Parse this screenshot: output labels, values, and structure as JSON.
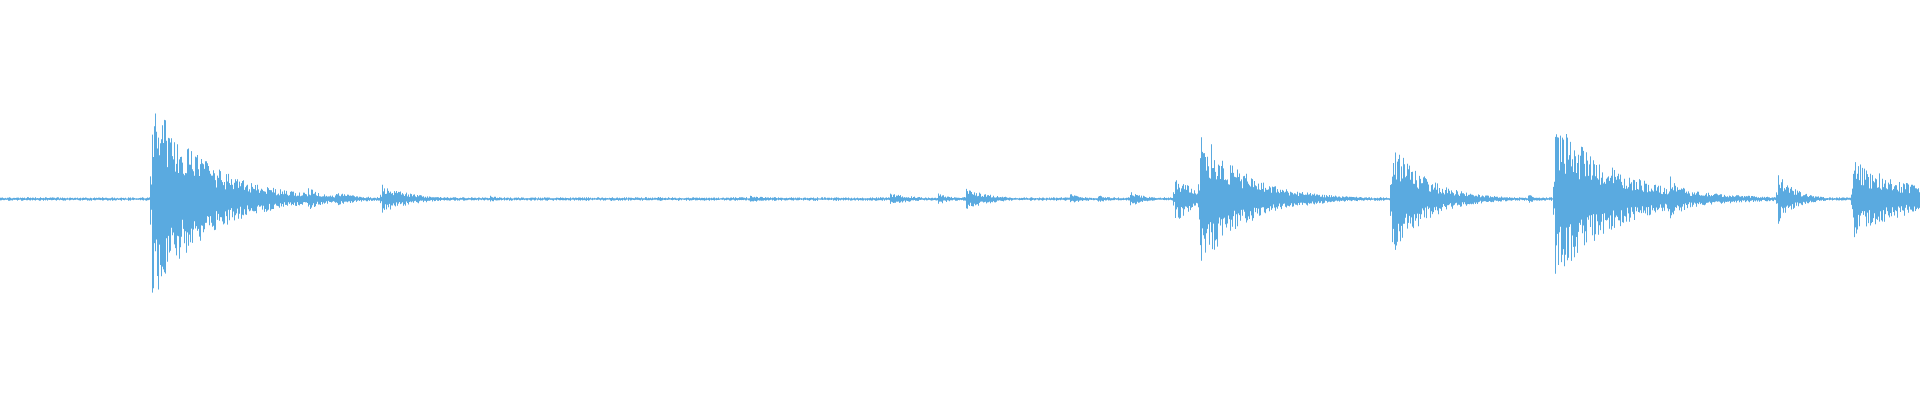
{
  "waveform": {
    "color": "#5aaae0",
    "background": "#ffffff",
    "seconds_shown": 1920,
    "bursts": [
      {
        "t": 152,
        "amp": 0.92,
        "decay": 55
      },
      {
        "t": 180,
        "amp": 0.1,
        "decay": 30
      },
      {
        "t": 216,
        "amp": 0.09,
        "decay": 40
      },
      {
        "t": 290,
        "amp": 0.07,
        "decay": 18
      },
      {
        "t": 308,
        "amp": 0.1,
        "decay": 25
      },
      {
        "t": 336,
        "amp": 0.06,
        "decay": 30
      },
      {
        "t": 382,
        "amp": 0.13,
        "decay": 30
      },
      {
        "t": 490,
        "amp": 0.03,
        "decay": 15
      },
      {
        "t": 658,
        "amp": 0.02,
        "decay": 15
      },
      {
        "t": 750,
        "amp": 0.03,
        "decay": 30
      },
      {
        "t": 890,
        "amp": 0.05,
        "decay": 30
      },
      {
        "t": 938,
        "amp": 0.05,
        "decay": 15
      },
      {
        "t": 966,
        "amp": 0.1,
        "decay": 25
      },
      {
        "t": 1070,
        "amp": 0.05,
        "decay": 15
      },
      {
        "t": 1098,
        "amp": 0.04,
        "decay": 12
      },
      {
        "t": 1130,
        "amp": 0.07,
        "decay": 15
      },
      {
        "t": 1175,
        "amp": 0.22,
        "decay": 22
      },
      {
        "t": 1200,
        "amp": 0.64,
        "decay": 45
      },
      {
        "t": 1278,
        "amp": 0.05,
        "decay": 15
      },
      {
        "t": 1305,
        "amp": 0.06,
        "decay": 20
      },
      {
        "t": 1392,
        "amp": 0.52,
        "decay": 35
      },
      {
        "t": 1462,
        "amp": 0.06,
        "decay": 18
      },
      {
        "t": 1528,
        "amp": 0.04,
        "decay": 12
      },
      {
        "t": 1555,
        "amp": 0.74,
        "decay": 60
      },
      {
        "t": 1670,
        "amp": 0.22,
        "decay": 18
      },
      {
        "t": 1722,
        "amp": 0.05,
        "decay": 15
      },
      {
        "t": 1778,
        "amp": 0.23,
        "decay": 18
      },
      {
        "t": 1853,
        "amp": 0.36,
        "decay": 60
      }
    ]
  }
}
